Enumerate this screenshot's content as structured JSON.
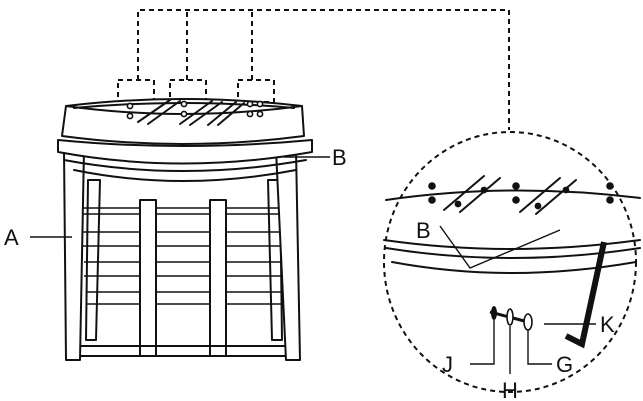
{
  "labels": {
    "a": "A",
    "b_stool": "B",
    "b_detail": "B",
    "g": "G",
    "h": "H",
    "j": "J",
    "k": "K"
  },
  "colors": {
    "ink": "#111111",
    "background": "#ffffff"
  },
  "icons": [
    "allen-wrench-icon",
    "bolt-icon",
    "washer-icon",
    "lock-washer-icon"
  ]
}
